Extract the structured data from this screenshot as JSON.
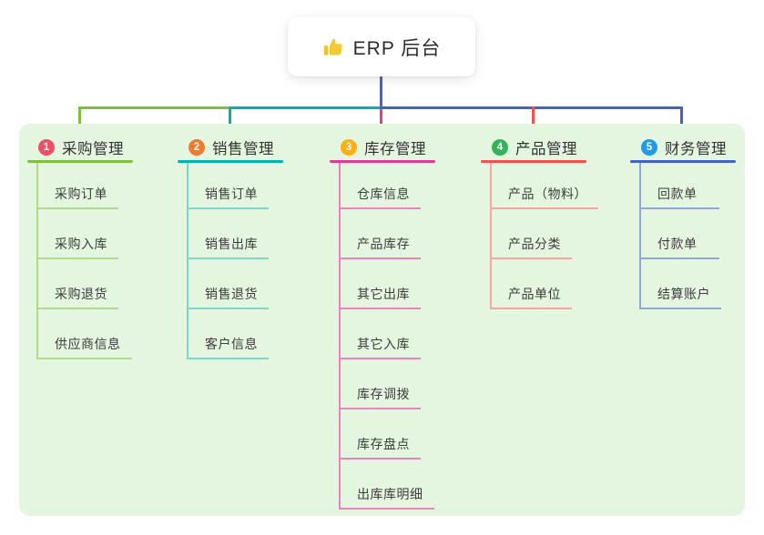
{
  "root": {
    "title": "ERP 后台",
    "icon": "thumbs-up"
  },
  "colors": {
    "canvas": "#ffffff",
    "container_bg": "#e4f5e0",
    "stem": "#4a5ed3",
    "text": "#333333",
    "emoji_yellow": "#f4c227"
  },
  "branches": [
    {
      "index": "1",
      "label": "采购管理",
      "badge_color": "#ee4f68",
      "line_color": "#7fbf3f",
      "sub_line_color": "#b2d98c",
      "children": [
        "采购订单",
        "采购入库",
        "采购退货",
        "供应商信息"
      ]
    },
    {
      "index": "2",
      "label": "销售管理",
      "badge_color": "#f5792f",
      "line_color": "#00b3ac",
      "sub_line_color": "#7fd6ce",
      "children": [
        "销售订单",
        "销售出库",
        "销售退货",
        "客户信息"
      ]
    },
    {
      "index": "3",
      "label": "库存管理",
      "badge_color": "#fcaf0f",
      "line_color": "#e03a96",
      "sub_line_color": "#ee82c0",
      "children": [
        "仓库信息",
        "产品库存",
        "其它出库",
        "其它入库",
        "库存调拨",
        "库存盘点",
        "出库库明细"
      ]
    },
    {
      "index": "4",
      "label": "产品管理",
      "badge_color": "#2fb656",
      "line_color": "#f6504e",
      "sub_line_color": "#faa5a3",
      "children": [
        "产品（物料）",
        "产品分类",
        "产品单位"
      ]
    },
    {
      "index": "5",
      "label": "财务管理",
      "badge_color": "#209bea",
      "line_color": "#3f63c8",
      "sub_line_color": "#8fa8dc",
      "children": [
        "回款单",
        "付款单",
        "结算账户"
      ]
    }
  ]
}
